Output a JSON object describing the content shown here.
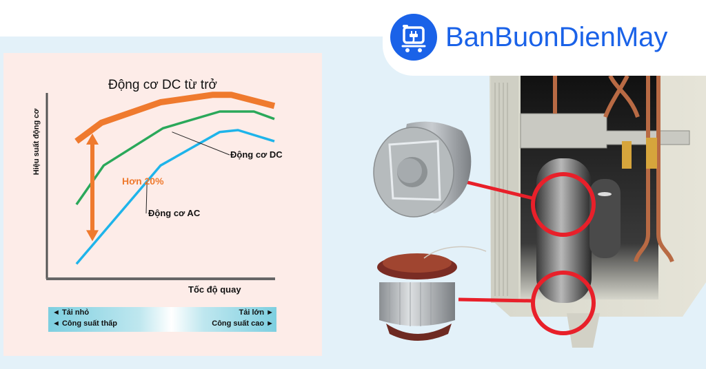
{
  "brand": {
    "name": "BanBuonDienMay",
    "icon": "shopping-cart-plug-icon",
    "color": "#1a62e8"
  },
  "chart_data": {
    "type": "line",
    "title": "Động cơ DC từ trở",
    "xlabel": "Tốc độ quay",
    "ylabel": "Hiệu suất động cơ",
    "xlim": [
      0,
      100
    ],
    "ylim": [
      0,
      100
    ],
    "grid": false,
    "series": [
      {
        "name": "Động cơ DC từ trở",
        "color": "#ef7a2e",
        "x": [
          13,
          24,
          50,
          73,
          81,
          100
        ],
        "y": [
          74,
          84,
          95,
          99,
          99,
          93
        ]
      },
      {
        "name": "Động cơ DC",
        "color": "#2aa85a",
        "x": [
          13,
          25,
          51,
          76,
          91,
          100
        ],
        "y": [
          40,
          61,
          81,
          90,
          90,
          86
        ]
      },
      {
        "name": "Động cơ AC",
        "color": "#1eb4ea",
        "x": [
          13,
          50,
          76,
          84,
          100
        ],
        "y": [
          8,
          61,
          79,
          80,
          74
        ]
      }
    ],
    "annotations": {
      "gain_label": "Hơn 20%",
      "gain_color": "#ef7a2e",
      "dc_label": "Động cơ DC",
      "ac_label": "Động cơ AC"
    },
    "legend_bar": {
      "left_top": "◄ Tải nhỏ",
      "left_bottom": "◄ Công suất thấp",
      "right_top": "Tải lớn ►",
      "right_bottom": "Công suất cao ►"
    }
  },
  "illustration": {
    "parts": [
      "rotor-magnet",
      "stator-coil",
      "outdoor-unit-compressor"
    ],
    "highlight_color": "#e8202a"
  }
}
